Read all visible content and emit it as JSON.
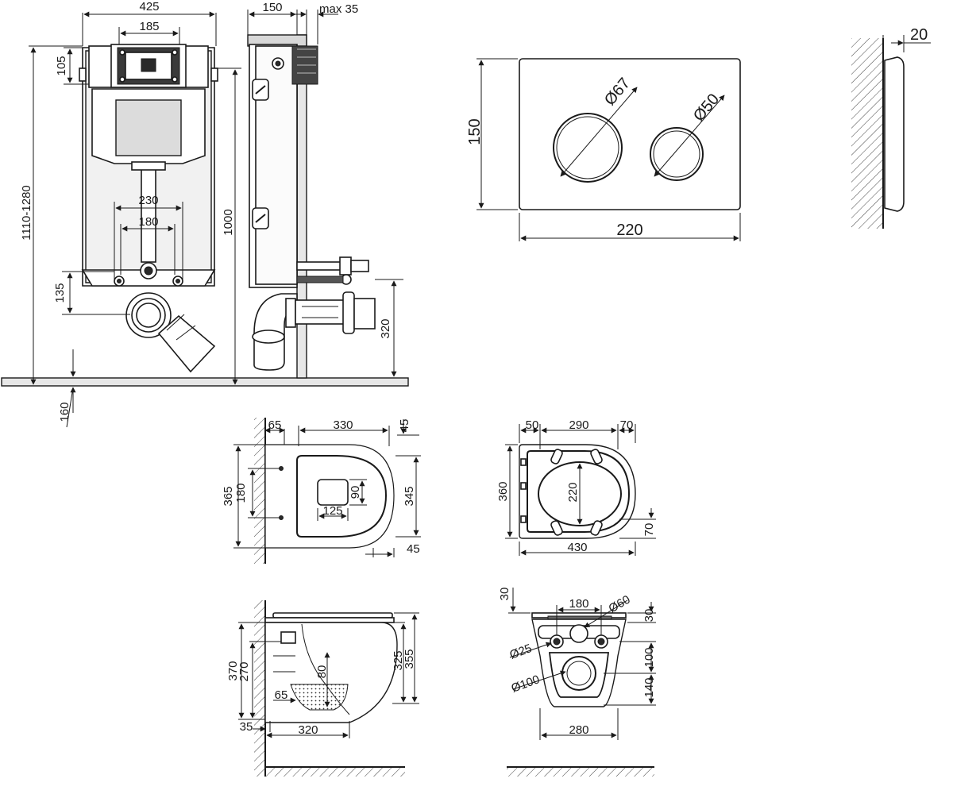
{
  "frame": {
    "width": "425",
    "plate_width": "185",
    "height_range": "1110-1280",
    "top_offset": "105",
    "height": "1000",
    "outlet_spacing": "230",
    "inlet_spacing": "180",
    "drain_height": "135",
    "floor_depth": "160"
  },
  "side": {
    "depth": "150",
    "max_offset": "max 35",
    "outlet_height": "320"
  },
  "plate": {
    "height": "150",
    "width": "220",
    "big_button": "Ø67",
    "small_button": "Ø50",
    "thickness": "20"
  },
  "bowl_top": {
    "back": "65",
    "length": "330",
    "tip_top": "45",
    "depth": "365",
    "bolt_spacing": "180",
    "inner_depth": "345",
    "hole_w": "125",
    "hole_d": "90",
    "tip_bottom": "45"
  },
  "seat_top": {
    "left": "50",
    "middle": "290",
    "right": "70",
    "depth": "360",
    "inner": "220",
    "length": "430",
    "hinge": "70"
  },
  "bowl_side": {
    "total_h": "370",
    "trap_h": "270",
    "water": "80",
    "seal": "65",
    "back": "35",
    "length": "320",
    "rim_h": "325",
    "seat_h": "355"
  },
  "bowl_back": {
    "top_gap": "30",
    "bolt_spacing": "180",
    "outlet_d": "Ø60",
    "seat_t": "30",
    "bolt_d": "Ø25",
    "drain_d": "Ø100",
    "inlet_h": "100",
    "bottom_h": "140",
    "width": "280"
  }
}
